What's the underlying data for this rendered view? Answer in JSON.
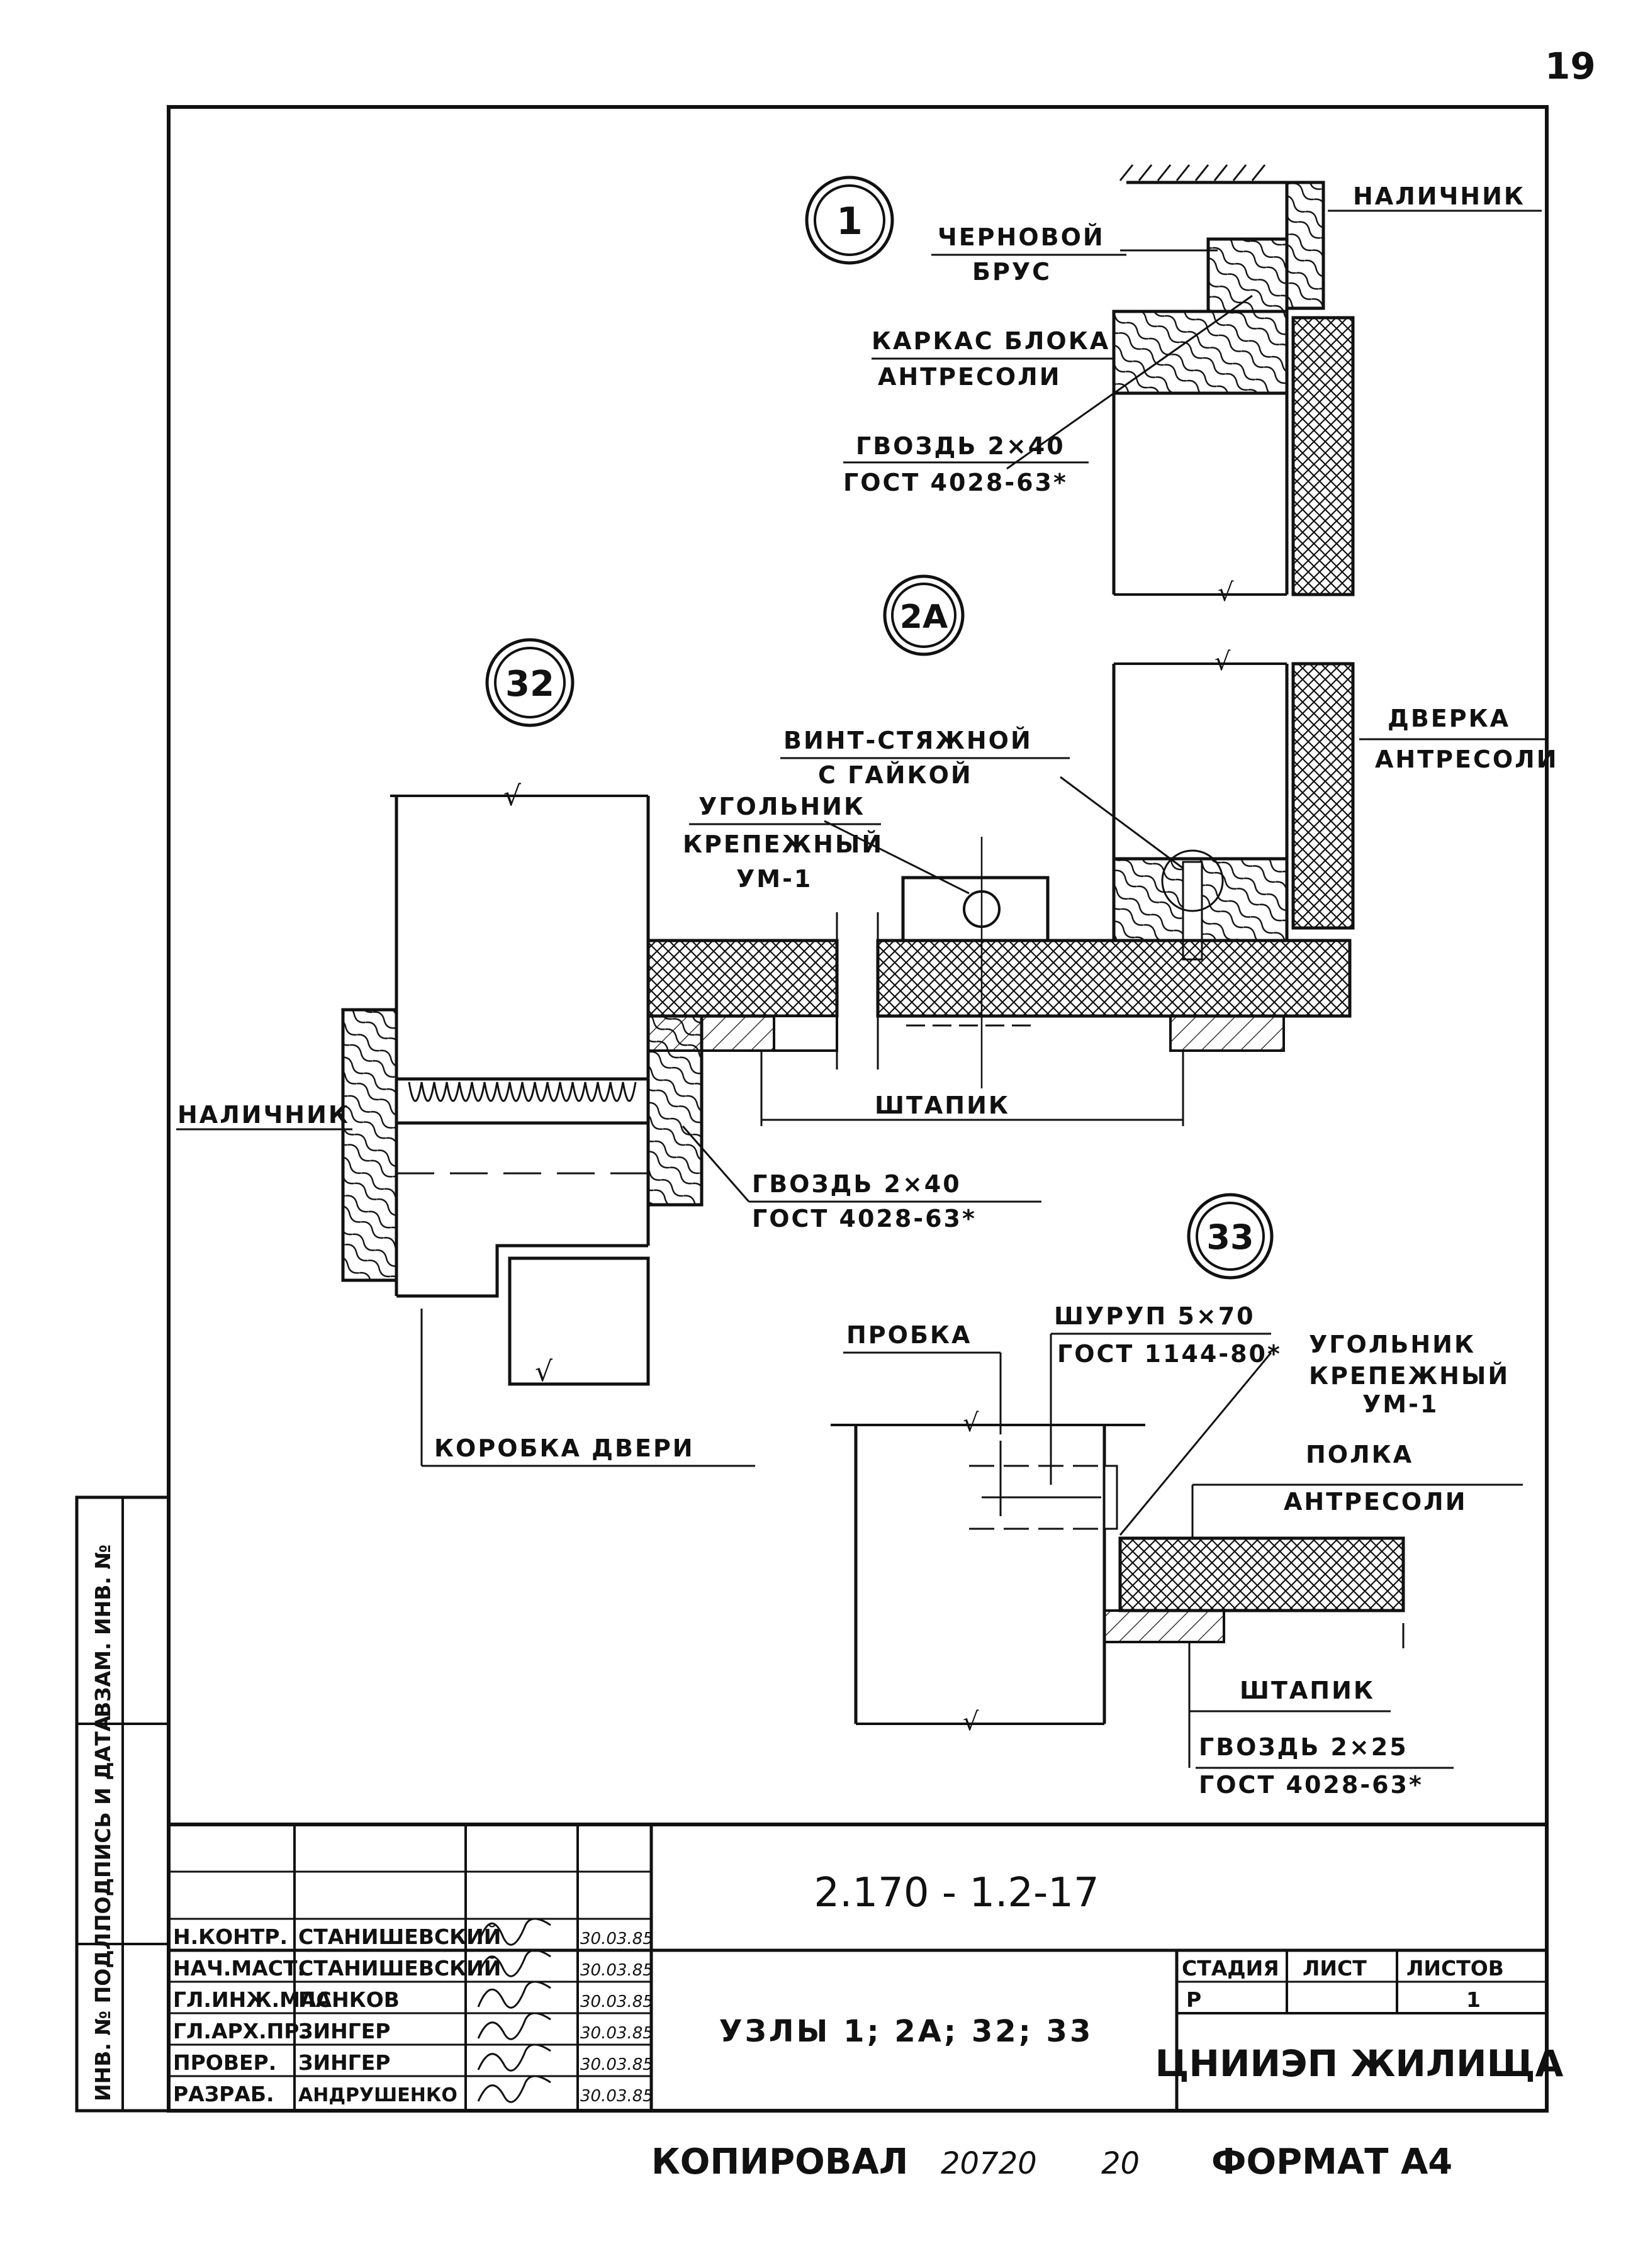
{
  "page_number": "19",
  "callouts": {
    "n1": "1",
    "n2a": "2А",
    "n32": "32",
    "n33": "33"
  },
  "labels": {
    "nalichnik_top": "НАЛИЧНИК",
    "chernovoy": "ЧЕРНОВОЙ",
    "brus": "БРУС",
    "karkas": "КАРКАС БЛОКА",
    "antresoli1": "АНТРЕСОЛИ",
    "gvozd1": "ГВОЗДЬ 2×40",
    "gost1": "ГОСТ 4028-63*",
    "dverka": "ДВЕРКА",
    "antresoli2": "АНТРЕСОЛИ",
    "vint": "ВИНТ-СТЯЖНОЙ",
    "s_gaikoy": "С ГАЙКОЙ",
    "ugolnik1": "УГОЛЬНИК",
    "krepezhny1": "КРЕПЕЖНЫЙ",
    "um1_a": "УМ-1",
    "nalichnik_left": "НАЛИЧНИК",
    "shtapik1": "ШТАПИК",
    "gvozd2": "ГВОЗДЬ 2×40",
    "gost2": "ГОСТ 4028-63*",
    "korobka": "КОРОБКА ДВЕРИ",
    "probka": "ПРОБКА",
    "shurup": "ШУРУП 5×70",
    "gost3": "ГОСТ 1144-80*",
    "ugolnik2": "УГОЛЬНИК",
    "krepezhny2": "КРЕПЕЖНЫЙ",
    "um1_b": "УМ-1",
    "polka": "ПОЛКА",
    "antresoli3": "АНТРЕСОЛИ",
    "shtapik2": "ШТАПИК",
    "gvozd3": "ГВОЗДЬ 2×25",
    "gost4": "ГОСТ 4028-63*"
  },
  "side_stamp": {
    "inv_podl": "ИНВ. № ПОДЛ.",
    "podpis": "ПОДПИСЬ И ДАТА",
    "vzam": "ВЗАМ. ИНВ. №"
  },
  "title_block": {
    "doc_code": "2.170 - 1.2-17",
    "title": "УЗЛЫ 1; 2А; 32; 33",
    "org": "ЦНИИЭП ЖИЛИЩА",
    "stage_h": "СТАДИЯ",
    "sheet_h": "ЛИСТ",
    "sheets_h": "ЛИСТОВ",
    "stage": "Р",
    "sheets": "1",
    "rows": [
      {
        "role": "Н.КОНТР.",
        "name": "СТАНИШЕВСКИЙ",
        "date": "30.03.85"
      },
      {
        "role": "НАЧ.МАСТ.",
        "name": "СТАНИШЕВСКИЙ",
        "date": "30.03.85"
      },
      {
        "role": "ГЛ.ИНЖ.МАС.",
        "name": "ПАНКОВ",
        "date": "30.03.85"
      },
      {
        "role": "ГЛ.АРХ.ПР.",
        "name": "ЗИНГЕР",
        "date": "30.03.85"
      },
      {
        "role": "ПРОВЕР.",
        "name": "ЗИНГЕР",
        "date": "30.03.85"
      },
      {
        "role": "РАЗРАБ.",
        "name": "АНДРУШЕНКО",
        "date": "30.03.85"
      }
    ]
  },
  "footer": {
    "kopiroval": "КОПИРОВАЛ",
    "num": "20720",
    "num2": "20",
    "format": "ФОРМАТ А4"
  }
}
